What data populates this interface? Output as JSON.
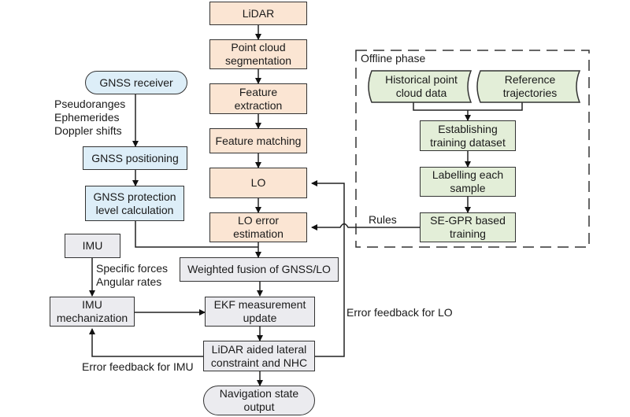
{
  "colors": {
    "lidar_chain": "#fbe5d3",
    "gnss_chain": "#ddeef8",
    "fusion_chain": "#ebebef",
    "offline_chain": "#e3eed8",
    "stroke": "#333333"
  },
  "lidar_chain": {
    "lidar": "LiDAR",
    "segmentation": "Point cloud\nsegmentation",
    "feature_extraction": "Feature\nextraction",
    "feature_matching": "Feature matching",
    "lo": "LO",
    "lo_error_estimation": "LO error\nestimation"
  },
  "gnss_chain": {
    "receiver": "GNSS receiver",
    "observations": "Pseudoranges\nEphemerides\nDoppler shifts",
    "positioning": "GNSS positioning",
    "protection_level": "GNSS protection\nlevel calculation"
  },
  "imu_chain": {
    "imu": "IMU",
    "measurements": "Specific forces\nAngular rates",
    "mechanization": "IMU\nmechanization"
  },
  "fusion_chain": {
    "weighted_fusion": "Weighted fusion of GNSS/LO",
    "ekf_update": "EKF measurement\nupdate",
    "lateral_constraint": "LiDAR aided lateral\nconstraint and NHC",
    "navigation_output": "Navigation state\noutput"
  },
  "offline_phase": {
    "title": "Offline phase",
    "historical_data": "Historical point\ncloud data",
    "reference_trajectories": "Reference\ntrajectories",
    "establishing_dataset": "Establishing\ntraining dataset",
    "labelling": "Labelling each\nsample",
    "segpr_training": "SE-GPR based\ntraining"
  },
  "edge_labels": {
    "rules": "Rules",
    "error_feedback_lo": "Error feedback for LO",
    "error_feedback_imu": "Error feedback for IMU"
  }
}
